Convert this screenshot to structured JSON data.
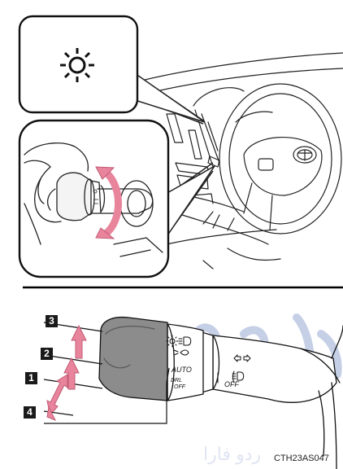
{
  "indicator": {
    "icon": "headlight-indicator-icon"
  },
  "switch_labels": {
    "auto": "AUTO",
    "drl_off_top": "DRL",
    "drl_off_bottom": "OFF",
    "off": "OFF"
  },
  "steps": [
    "3",
    "2",
    "1",
    "4"
  ],
  "figure_code": "CTH23AS047",
  "watermark": "ردو فارا",
  "colors": {
    "arrow_pink": "#e8849c",
    "watermark_blue": "#9fb0d6",
    "divider": "#000000"
  }
}
